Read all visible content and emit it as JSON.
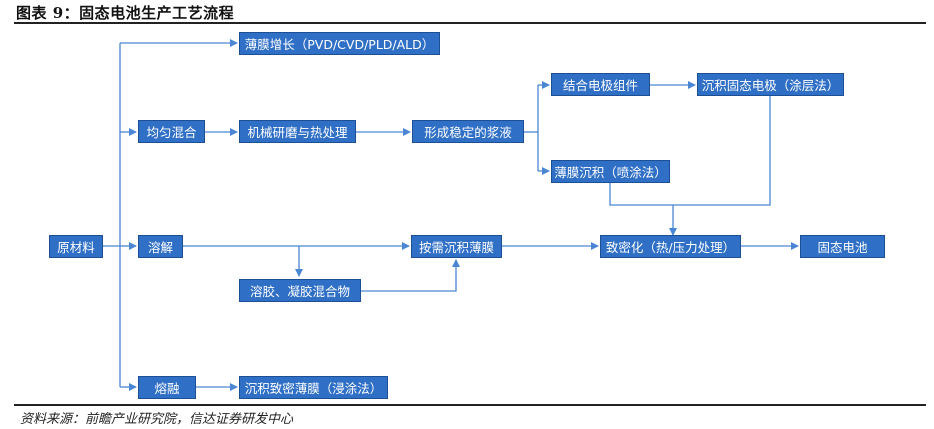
{
  "header": {
    "title": "图表 9：固态电池生产工艺流程"
  },
  "footer": {
    "source": "资料来源：前瞻产业研究院，信达证券研发中心"
  },
  "colors": {
    "box_fill": "#2f6fc6",
    "box_border": "#1d4f95",
    "line": "#4a86d4",
    "text_on_box": "#ffffff"
  },
  "nodes": {
    "raw_material": "原材料",
    "thin_film_growth": "薄膜增长（PVD/CVD/PLD/ALD）",
    "uniform_mixing": "均匀混合",
    "mechanical_grinding": "机械研磨与热处理",
    "stable_slurry": "形成稳定的浆液",
    "electrode_assembly": "结合电极组件",
    "deposit_electrode": "沉积固态电极（涂层法）",
    "thin_film_spray": "薄膜沉积（喷涂法）",
    "dissolve": "溶解",
    "sol_gel": "溶胶、凝胶混合物",
    "on_demand_deposit": "按需沉积薄膜",
    "densification": "致密化（热/压力处理）",
    "solid_battery": "固态电池",
    "melt": "熔融",
    "dense_film": "沉积致密薄膜（浸涂法）"
  }
}
